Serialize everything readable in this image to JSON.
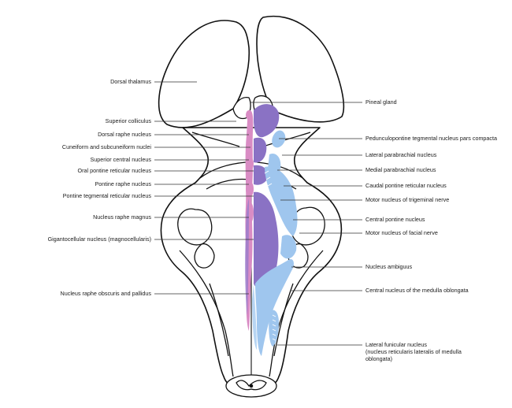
{
  "labels_left": [
    {
      "key": "dorsal_thalamus",
      "text": "Dorsal thalamus"
    },
    {
      "key": "superior_colliculus",
      "text": "Superior colliculus"
    },
    {
      "key": "dorsal_raphe",
      "text": "Dorsal raphe nucleus"
    },
    {
      "key": "cuneiform",
      "text": "Cuneiform and subcuneiform nuclei"
    },
    {
      "key": "superior_central",
      "text": "Superior central nucleus"
    },
    {
      "key": "oral_pontine",
      "text": "Oral pontine reticular nucleus"
    },
    {
      "key": "pontine_raphe",
      "text": "Pontine raphe nucleus"
    },
    {
      "key": "pontine_tegmental",
      "text": "Pontine tegmental reticular nucleus"
    },
    {
      "key": "raphe_magnus",
      "text": "Nucleus raphe magnus"
    },
    {
      "key": "gigantocellular",
      "text": "Gigantocellular nucleus (magnocellularis)"
    },
    {
      "key": "raphe_obscuris",
      "text": "Nucleus raphe obscuris and pallidus"
    }
  ],
  "labels_right": [
    {
      "key": "pineal",
      "text": "Pineal gland"
    },
    {
      "key": "pedunculopontine",
      "text": "Pedunculopontine tegmental nucleus pars compacta"
    },
    {
      "key": "lateral_parabrachial",
      "text": "Lateral parabrachial nucleus"
    },
    {
      "key": "medial_parabrachial",
      "text": "Medial parabrachial nucleus"
    },
    {
      "key": "caudal_pontine",
      "text": "Caudal pontine reticular nucleus"
    },
    {
      "key": "motor_trigeminal",
      "text": "Motor nucleus of trigeminal nerve"
    },
    {
      "key": "central_pontine",
      "text": "Central pontine nucleus"
    },
    {
      "key": "motor_facial",
      "text": "Motor nucleus of facial nerve"
    },
    {
      "key": "ambiguus",
      "text": "Nucleus ambiguus"
    },
    {
      "key": "central_medulla",
      "text": "Central nucleus of the medulla oblongata"
    },
    {
      "key": "lateral_funicular",
      "text": "Lateral funicular nucleus",
      "lines": [
        "(nucleus reticularis lateralis of medulla",
        "oblongata)"
      ]
    }
  ],
  "colors": {
    "outline": "#111111",
    "pink": "#d98cc4",
    "purple": "#8a72c4",
    "blue": "#9fc6ee",
    "leader": "#333333"
  }
}
